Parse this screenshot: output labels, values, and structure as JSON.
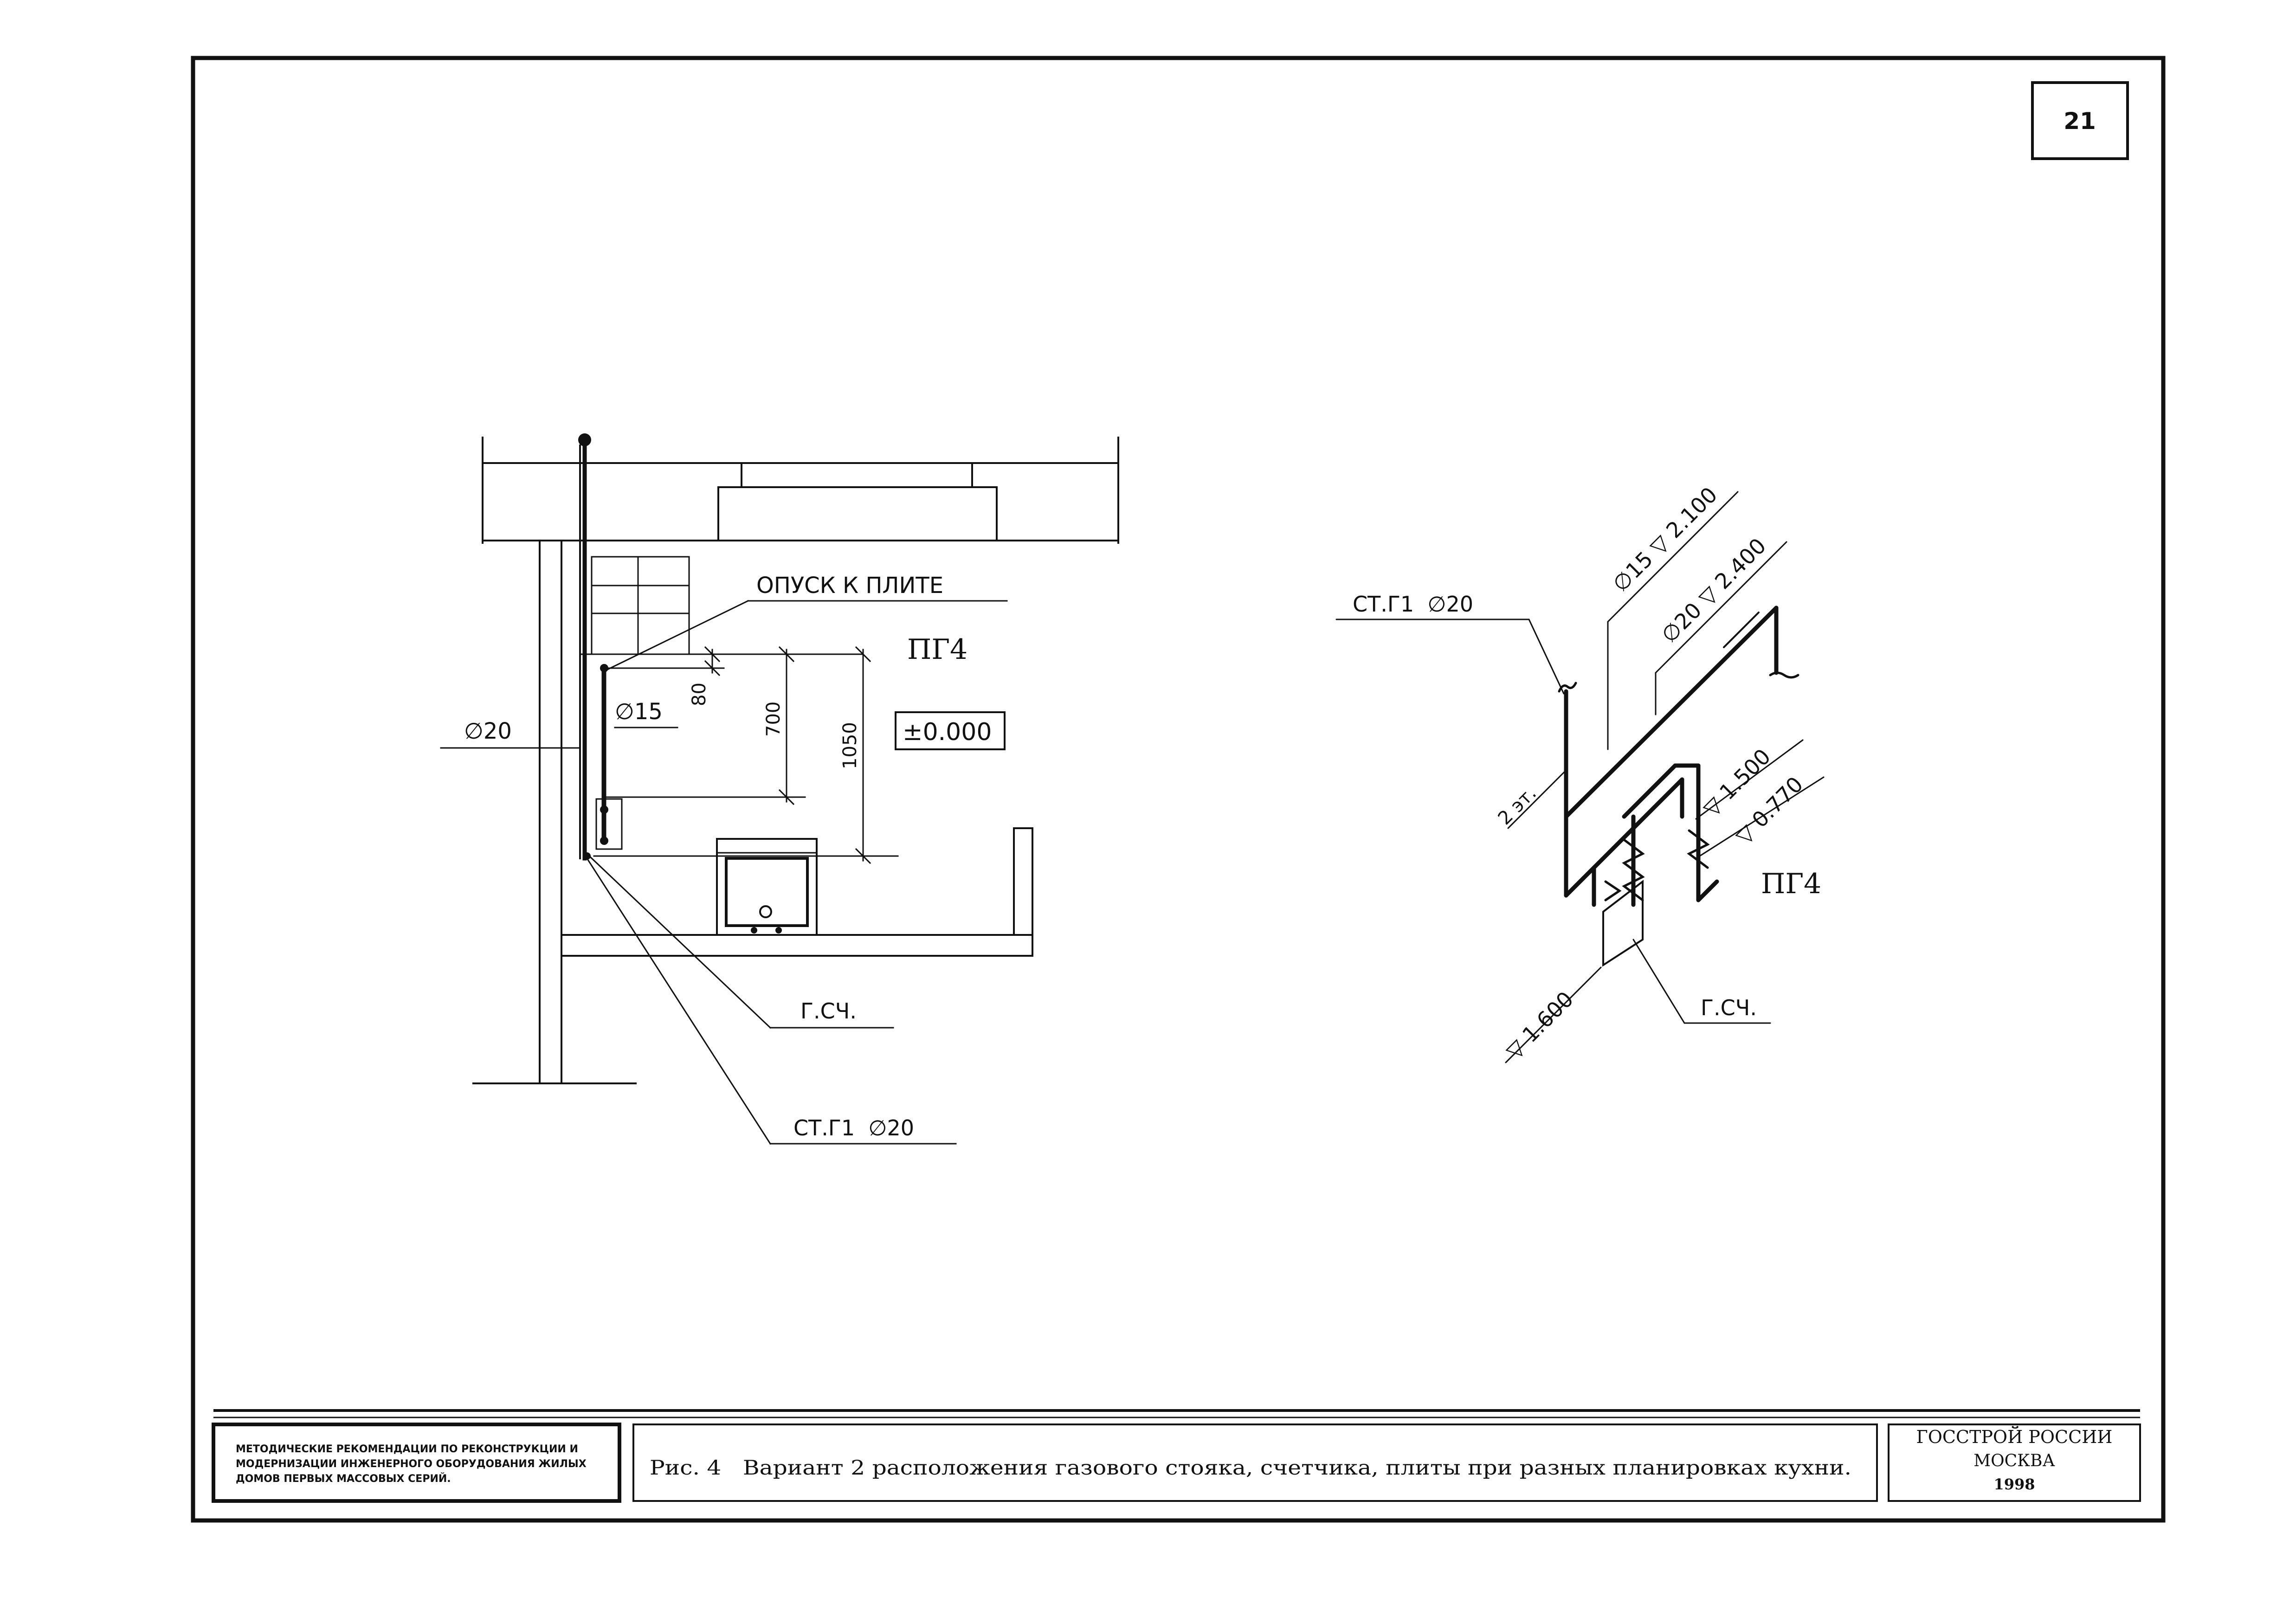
{
  "page_number": "21",
  "left_view": {
    "label_descent": "ОПУСК К ПЛИТЕ",
    "label_pg4": "ПГ4",
    "label_d20": "∅20",
    "label_d15": "∅15",
    "dim_80": "80",
    "dim_700": "700",
    "dim_1050": "1050",
    "level_zero": "±0.000",
    "label_meter": "Г.СЧ.",
    "label_riser": "СТ.Г1  ∅20"
  },
  "right_view": {
    "label_riser": "СТ.Г1  ∅20",
    "label_d15_level": "∅15 ▽ 2.100",
    "label_d20_level": "∅20 ▽ 2.400",
    "label_floor": "2 эт.",
    "level_1500": "▽ 1.500",
    "level_0770": "▽ 0.770",
    "label_pg4": "ПГ4",
    "level_1600": "▽ 1.600",
    "label_meter": "Г.СЧ."
  },
  "title_block": {
    "series_line1": "МЕТОДИЧЕСКИЕ РЕКОМЕНДАЦИИ ПО РЕКОНСТРУКЦИИ И",
    "series_line2": "МОДЕРНИЗАЦИИ ИНЖЕНЕРНОГО ОБОРУДОВАНИЯ ЖИЛЫХ",
    "series_line3": "ДОМОВ ПЕРВЫХ МАССОВЫХ СЕРИЙ.",
    "caption": "Рис. 4   Вариант 2 расположения газового стояка, счетчика, плиты при разных планировках кухни.",
    "org_line1": "ГОССТРОЙ РОССИИ",
    "org_line2": "МОСКВА",
    "org_line3": "1998"
  }
}
